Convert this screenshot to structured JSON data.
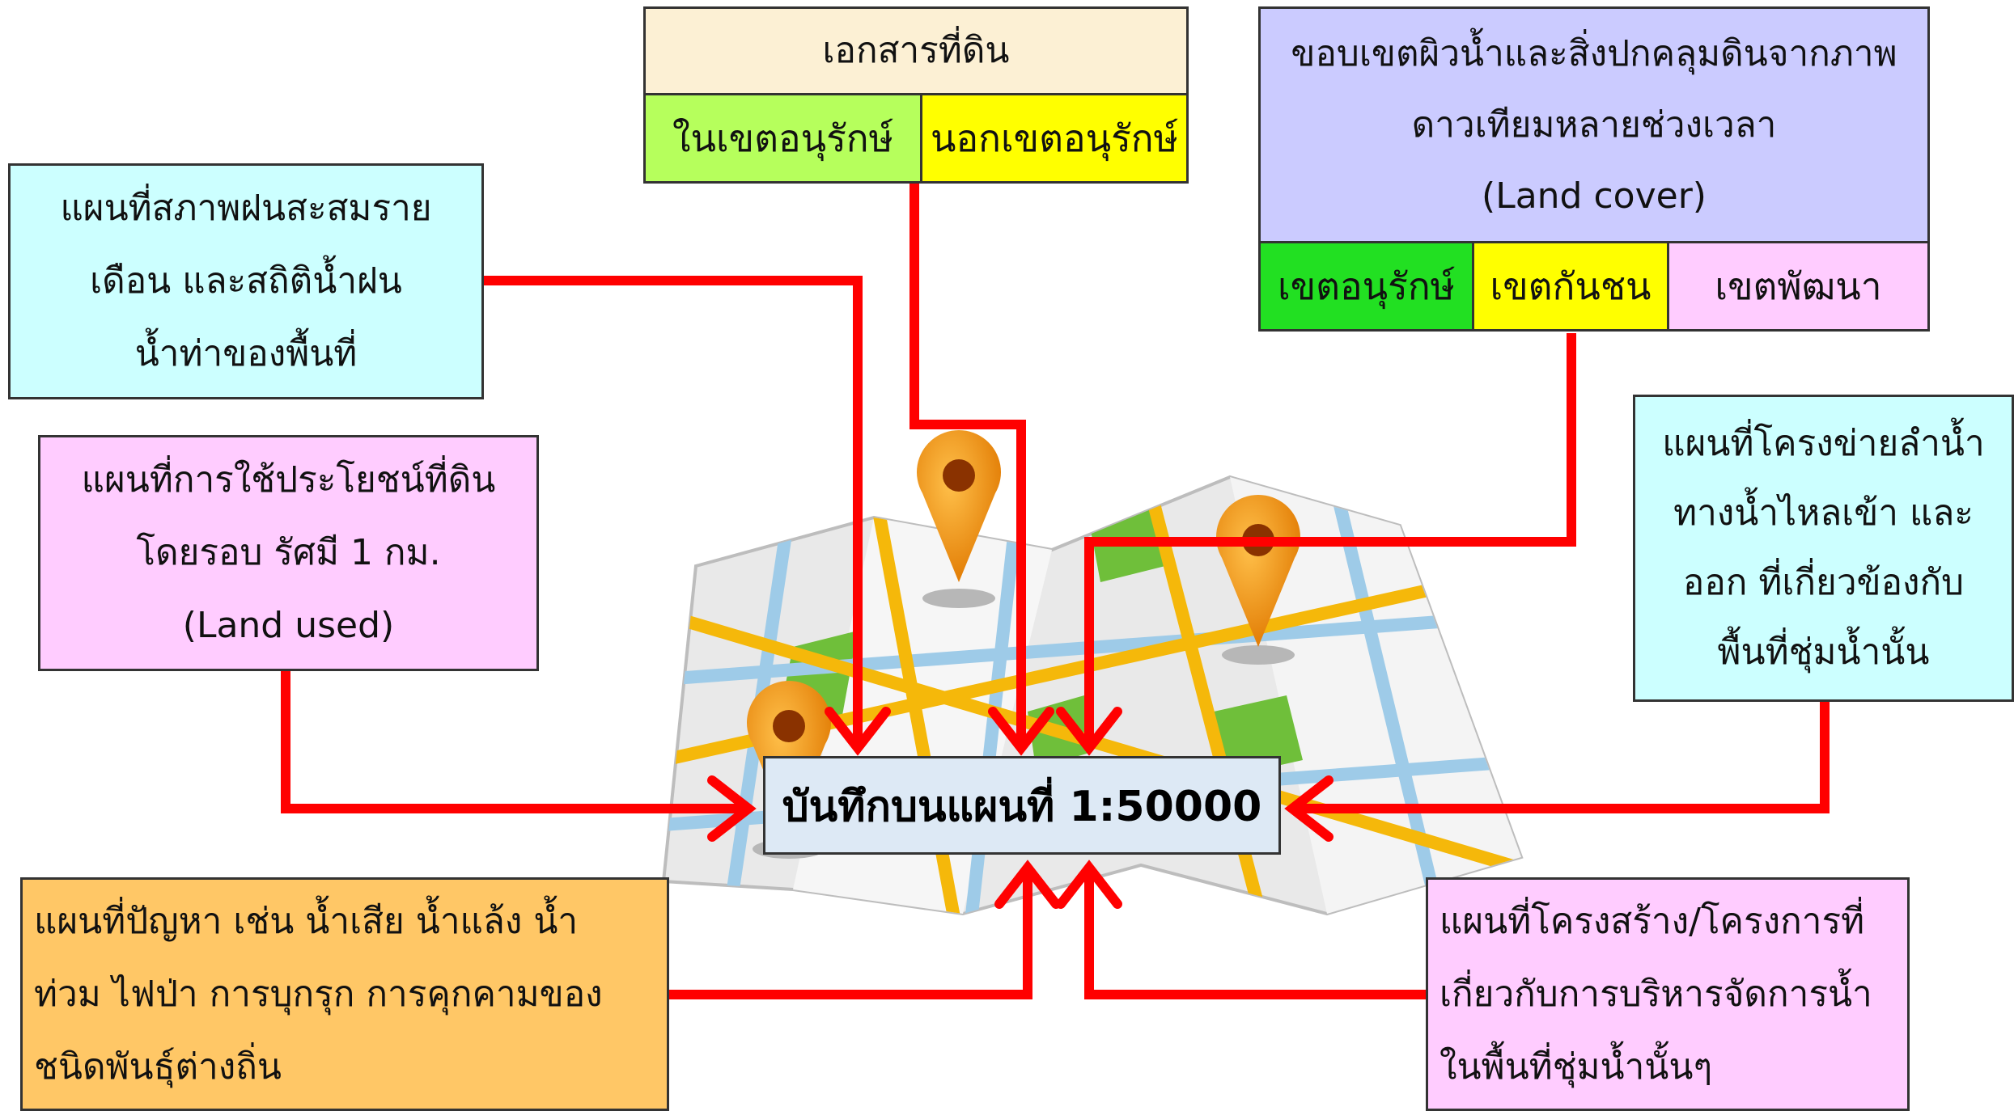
{
  "center": "บันทึกบนแผนที่ 1:50000",
  "land_docs": {
    "title": "เอกสารที่ดิน",
    "inside": "ในเขตอนุรักษ์",
    "outside": "นอกเขตอนุรักษ์"
  },
  "land_cover": {
    "lines": [
      "ขอบเขตผิวน้ำและสิ่งปกคลุมดินจากภาพ",
      "ดาวเทียมหลายช่วงเวลา",
      "(Land cover)"
    ],
    "zones": [
      "เขตอนุรักษ์",
      "เขตกันชน",
      "เขตพัฒนา"
    ]
  },
  "rainfall": {
    "lines": [
      "แผนที่สภาพฝนสะสมราย",
      "เดือน และสถิติน้ำฝน",
      "น้ำท่าของพื้นที่"
    ]
  },
  "land_use": {
    "lines": [
      "แผนที่การใช้ประโยชน์ที่ดิน",
      "โดยรอบ รัศมี 1 กม.",
      "(Land used)"
    ]
  },
  "river_network": {
    "lines": [
      "แผนที่โครงข่ายลำน้ำ",
      "ทางน้ำไหลเข้า และ",
      "ออก ที่เกี่ยวข้องกับ",
      "พื้นที่ชุ่มน้ำนั้น"
    ]
  },
  "problems": {
    "lines": [
      "แผนที่ปัญหา เช่น น้ำเสีย น้ำแล้ง น้ำ",
      "ท่วม ไฟป่า การบุกรุก การคุกคามของ",
      "ชนิดพันธุ์ต่างถิ่น"
    ]
  },
  "structures": {
    "lines": [
      "แผนที่โครงสร้าง/โครงการที่",
      "เกี่ยวกับการบริหารจัดการน้ำ",
      "ในพื้นที่ชุ่มน้ำนั้นๆ"
    ]
  },
  "colors": {
    "arrow": "#ff0000",
    "peach": "#fcf0d4",
    "green": "#b6ff5c",
    "bright_green": "#22e022",
    "yellow": "#ffff00",
    "lavender": "#cbcbff",
    "cyan": "#ccffff",
    "pink": "#ffccff",
    "orange": "#ffc766",
    "center_bg": "#dde9f5"
  }
}
